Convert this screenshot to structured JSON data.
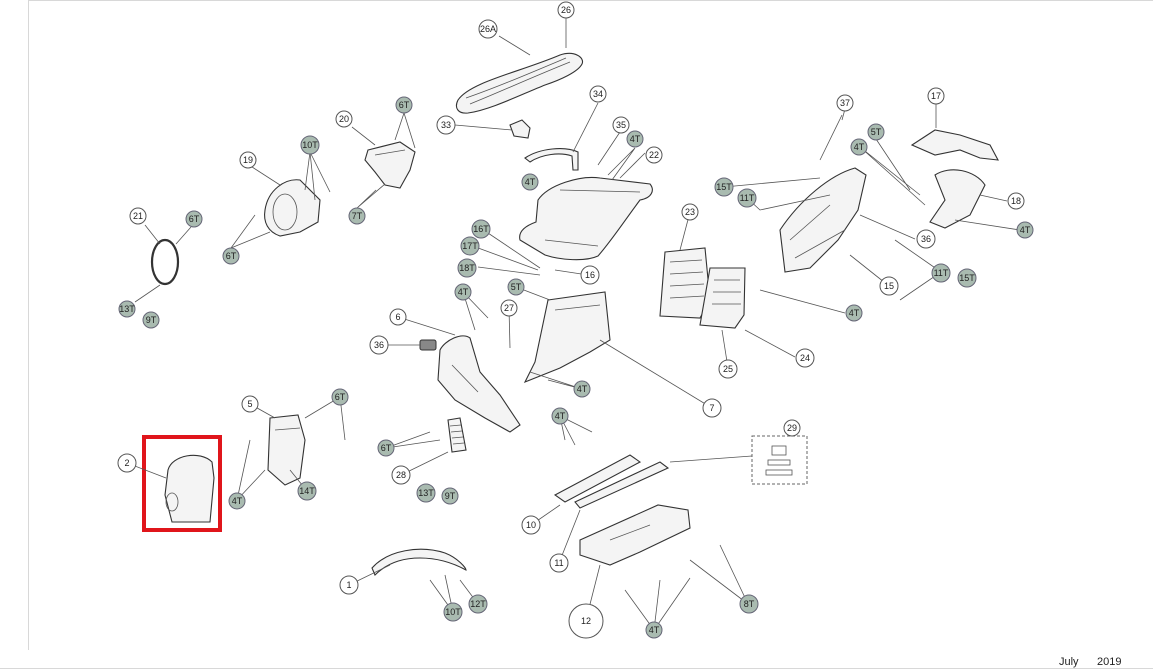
{
  "footer": {
    "month": "July",
    "year": "2019"
  },
  "colors": {
    "highlight": "#e0151b",
    "fastener_badge": "#a9bbb0"
  },
  "callouts": {
    "c26": "26",
    "c26A": "26A",
    "c33": "33",
    "c34": "34",
    "c35": "35",
    "c22": "22",
    "c4T_a": "4T",
    "c4T_b": "4T",
    "c20": "20",
    "c6T_a": "6T",
    "c19": "19",
    "c10T_a": "10T",
    "c7T": "7T",
    "c6T_b": "6T",
    "c21": "21",
    "c6T_c": "6T",
    "c13T_a": "13T",
    "c9T_a": "9T",
    "c37": "37",
    "c17": "17",
    "c5T_a": "5T",
    "c4T_c": "4T",
    "c18": "18",
    "c4T_d": "4T",
    "c36_a": "36",
    "c15T": "15T",
    "c11T_a": "11T",
    "c11T_b": "11T",
    "c15T_b": "15T",
    "c15": "15",
    "c23": "23",
    "c4T_e": "4T",
    "c24": "24",
    "c25": "25",
    "c16T": "16T",
    "c17T": "17T",
    "c18T": "18T",
    "c16": "16",
    "c5T_b": "5T",
    "c4T_f": "4T",
    "c27": "27",
    "c6": "6",
    "c36_b": "36",
    "c4T_g": "4T",
    "c7": "7",
    "c5": "5",
    "c6T_d": "6T",
    "c2": "2",
    "c4T_h": "4T",
    "c14T": "14T",
    "c6T_e": "6T",
    "c28": "28",
    "c13T_b": "13T",
    "c9T_b": "9T",
    "c4T_i": "4T",
    "c29": "29",
    "c10": "10",
    "c11": "11",
    "c1": "1",
    "c10T_b": "10T",
    "c12T": "12T",
    "c12": "12",
    "c4T_j": "4T",
    "c8T": "8T"
  }
}
